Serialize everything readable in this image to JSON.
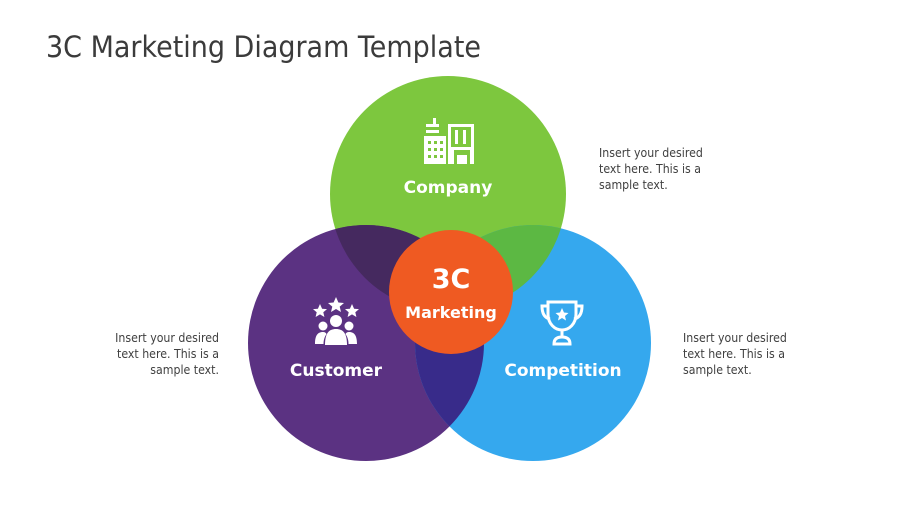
{
  "title": "3C Marketing Diagram Template",
  "colors": {
    "company": "#7dc73e",
    "customer": "#5b3282",
    "competition": "#35a8ee",
    "center": "#ef5a22",
    "overlap_company_customer": "#45295f",
    "overlap_company_competition": "#5cb843",
    "overlap_customer_competition": "#382b8a",
    "text": "#404040"
  },
  "center": {
    "line1": "3C",
    "line2": "Marketing"
  },
  "circles": [
    {
      "name": "Company",
      "icon": "buildings-icon"
    },
    {
      "name": "Customer",
      "icon": "customer-stars-icon"
    },
    {
      "name": "Competition",
      "icon": "trophy-icon"
    }
  ],
  "descriptions": {
    "company": [
      "Insert your desired",
      "text here. This is a",
      "sample text."
    ],
    "customer": [
      "Insert your desired",
      "text here. This is a",
      "sample text."
    ],
    "competition": [
      "Insert your desired",
      "text here. This is a",
      "sample text."
    ]
  }
}
